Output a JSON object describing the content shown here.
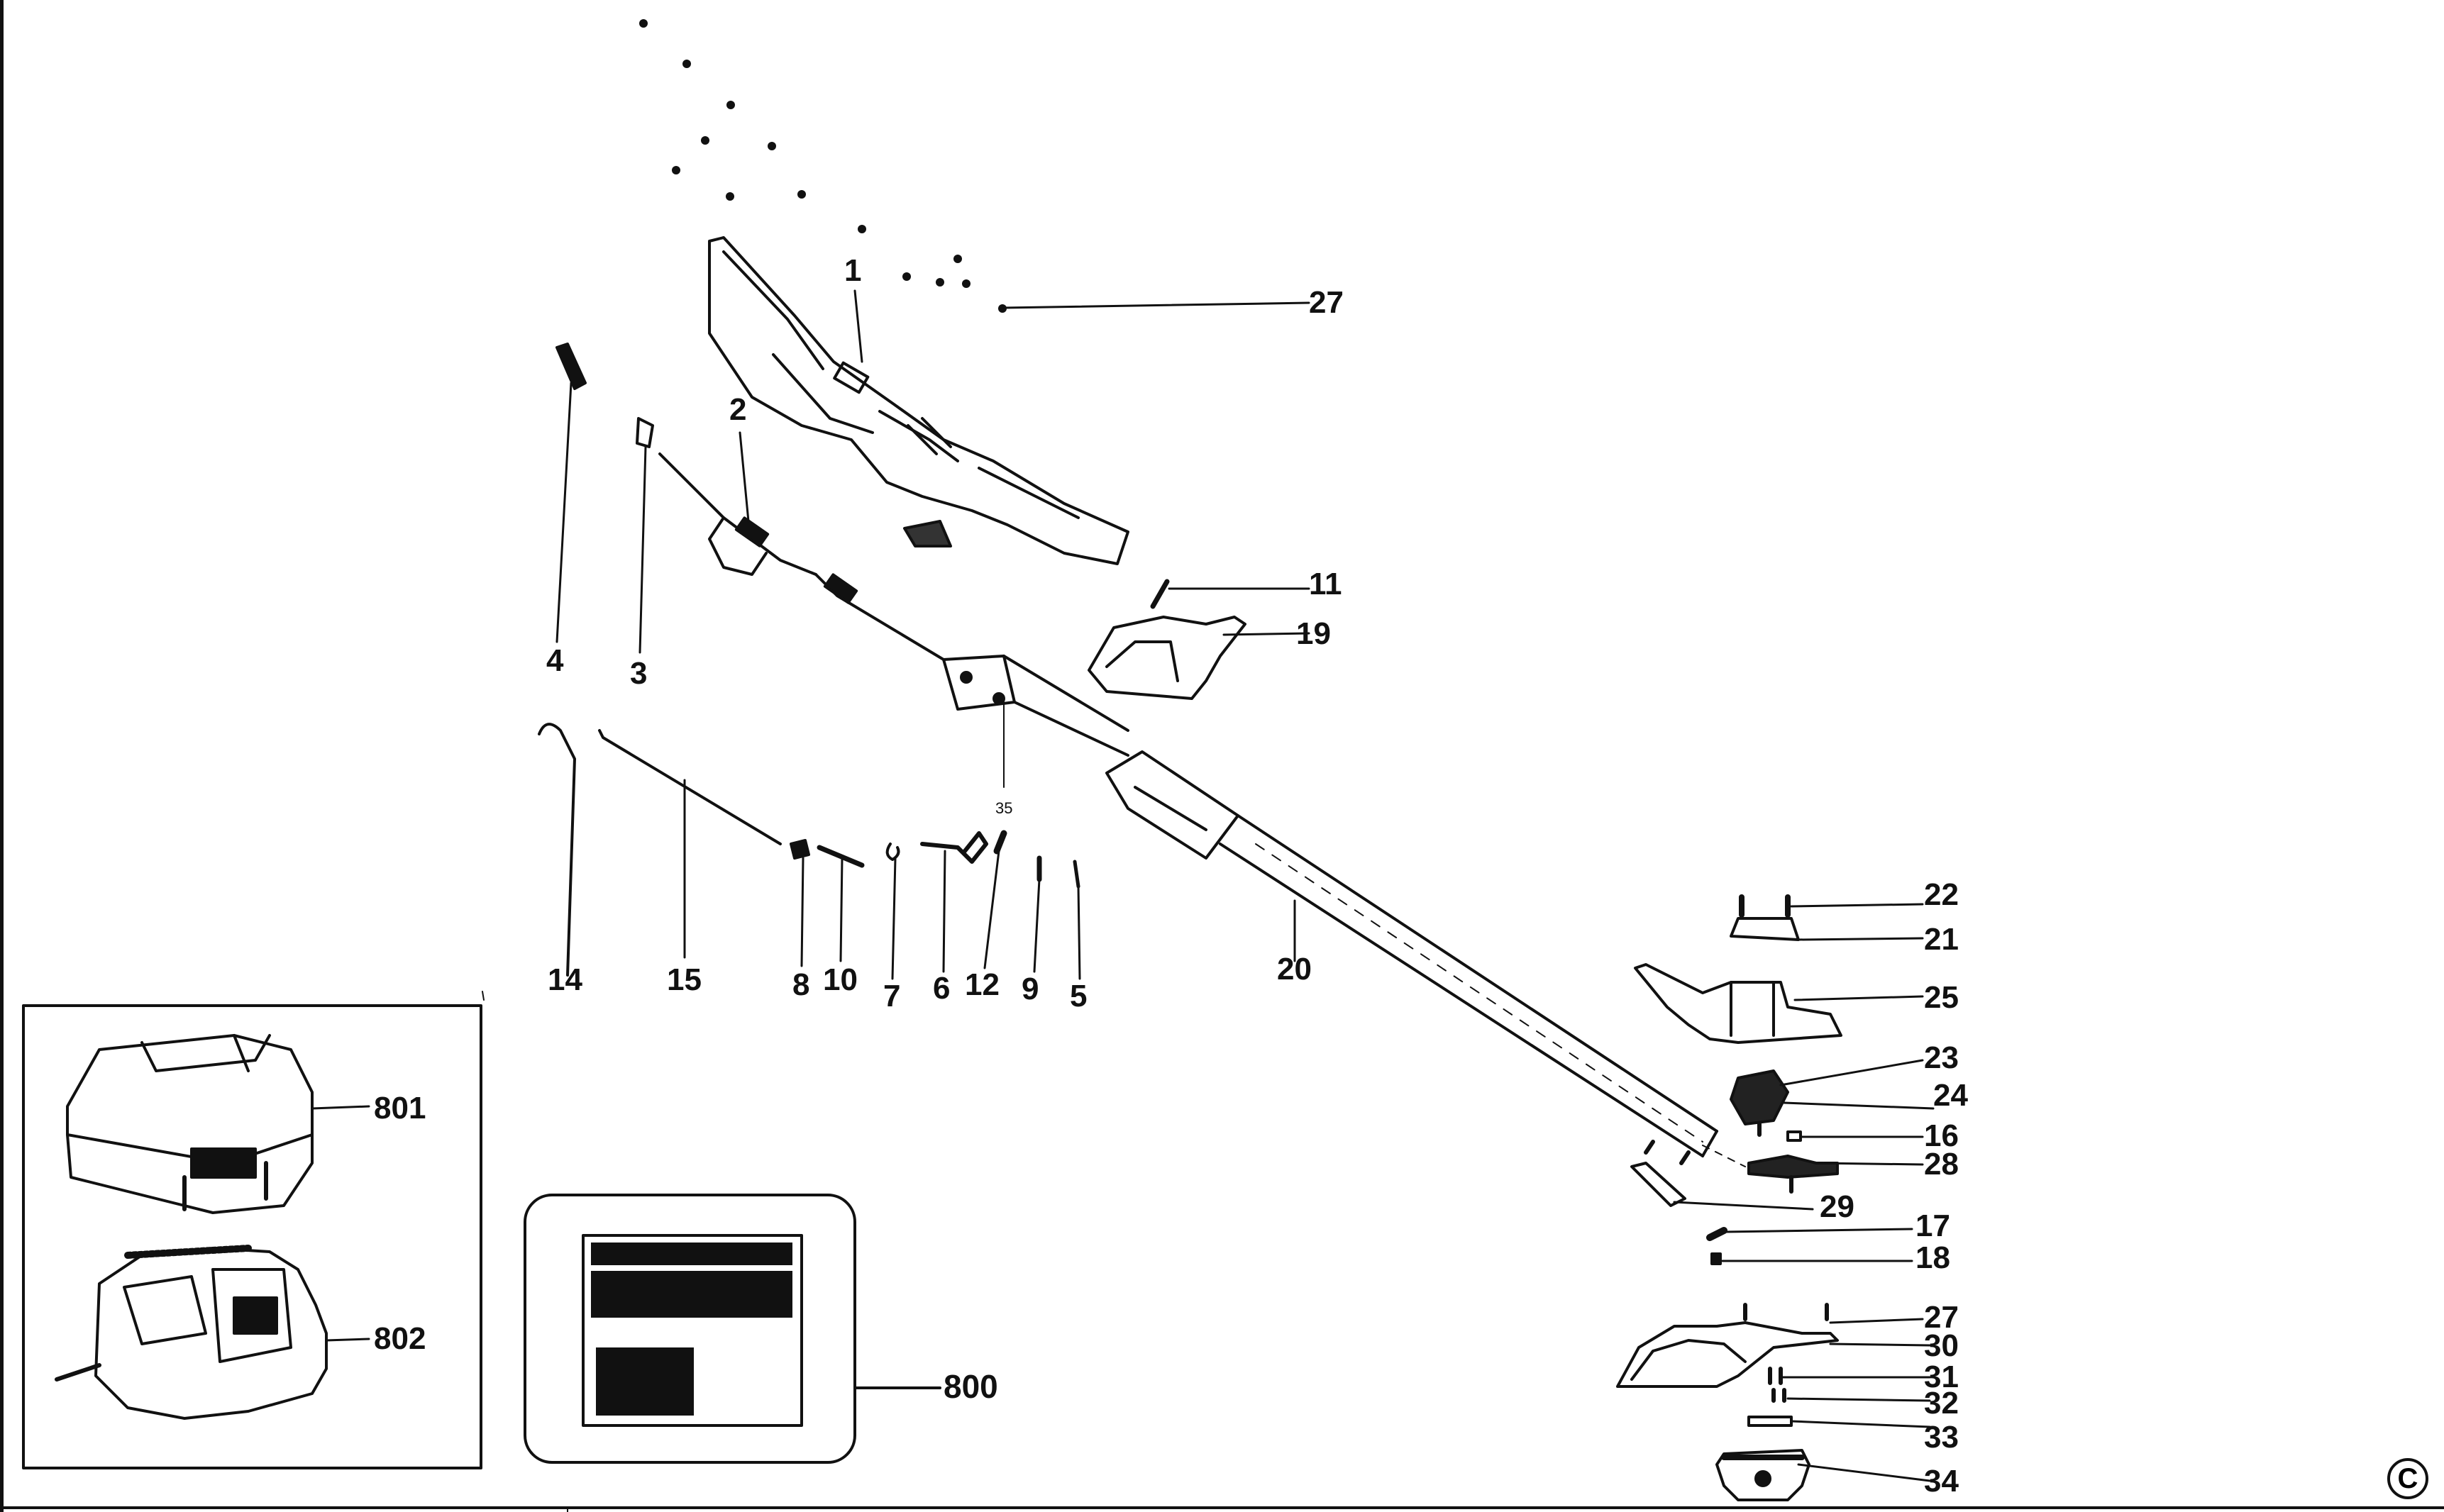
{
  "diagram": {
    "copyright_symbol": "C",
    "part_labels": {
      "p1": "1",
      "p2": "2",
      "p3": "3",
      "p4": "4",
      "p5": "5",
      "p6": "6",
      "p7": "7",
      "p8": "8",
      "p9": "9",
      "p10": "10",
      "p11": "11",
      "p12": "12",
      "p14": "14",
      "p15": "15",
      "p16": "16",
      "p17": "17",
      "p18": "18",
      "p19": "19",
      "p20": "20",
      "p21": "21",
      "p22": "22",
      "p23": "23",
      "p24": "24",
      "p25": "25",
      "p27_top": "27",
      "p27_bottom": "27",
      "p28": "28",
      "p29": "29",
      "p30": "30",
      "p31": "31",
      "p32": "32",
      "p33": "33",
      "p34": "34",
      "p35": "35",
      "p800": "800",
      "p801": "801",
      "p802": "802"
    }
  },
  "colors": {
    "ink": "#111111",
    "paper": "#ffffff",
    "gray": "#9a9a9a"
  }
}
